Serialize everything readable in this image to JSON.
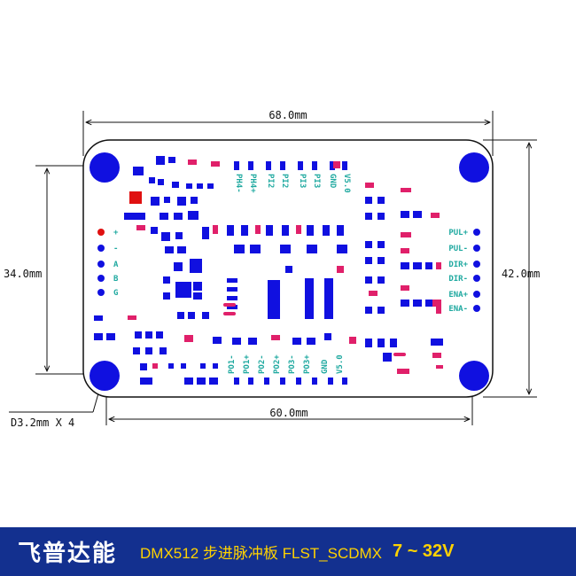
{
  "dimensions": {
    "top_width": "68.0mm",
    "bottom_width": "60.0mm",
    "left_height": "34.0mm",
    "right_height": "42.0mm",
    "hole_note": "D3.2mm X 4"
  },
  "silkscreen": {
    "top_pins": [
      "PH4-",
      "PH4+",
      "PI2",
      "PI2",
      "PI3",
      "PI3",
      "GND",
      "V5.0"
    ],
    "bottom_pins": [
      "PO1-",
      "PO1+",
      "PO2-",
      "PO2+",
      "PO3-",
      "PO3+",
      "GND",
      "V5.0"
    ],
    "left_pins": [
      "+",
      "-",
      "A",
      "B",
      "G"
    ],
    "right_pins": [
      "PUL+",
      "PUL-",
      "DIR+",
      "DIR-",
      "ENA+",
      "ENA-"
    ]
  },
  "colors": {
    "board_outline": "#111111",
    "pad_blue": "#1010e0",
    "pad_pink": "#e0206a",
    "pad_red": "#e01010",
    "silk": "#1fa9a0",
    "banner_bg": "#13308f",
    "banner_accent": "#ffd200"
  },
  "footer": {
    "brand": "飞普达能",
    "description": "DMX512 步进脉冲板  FLST_SCDMX",
    "voltage": "7 ~ 32V"
  }
}
